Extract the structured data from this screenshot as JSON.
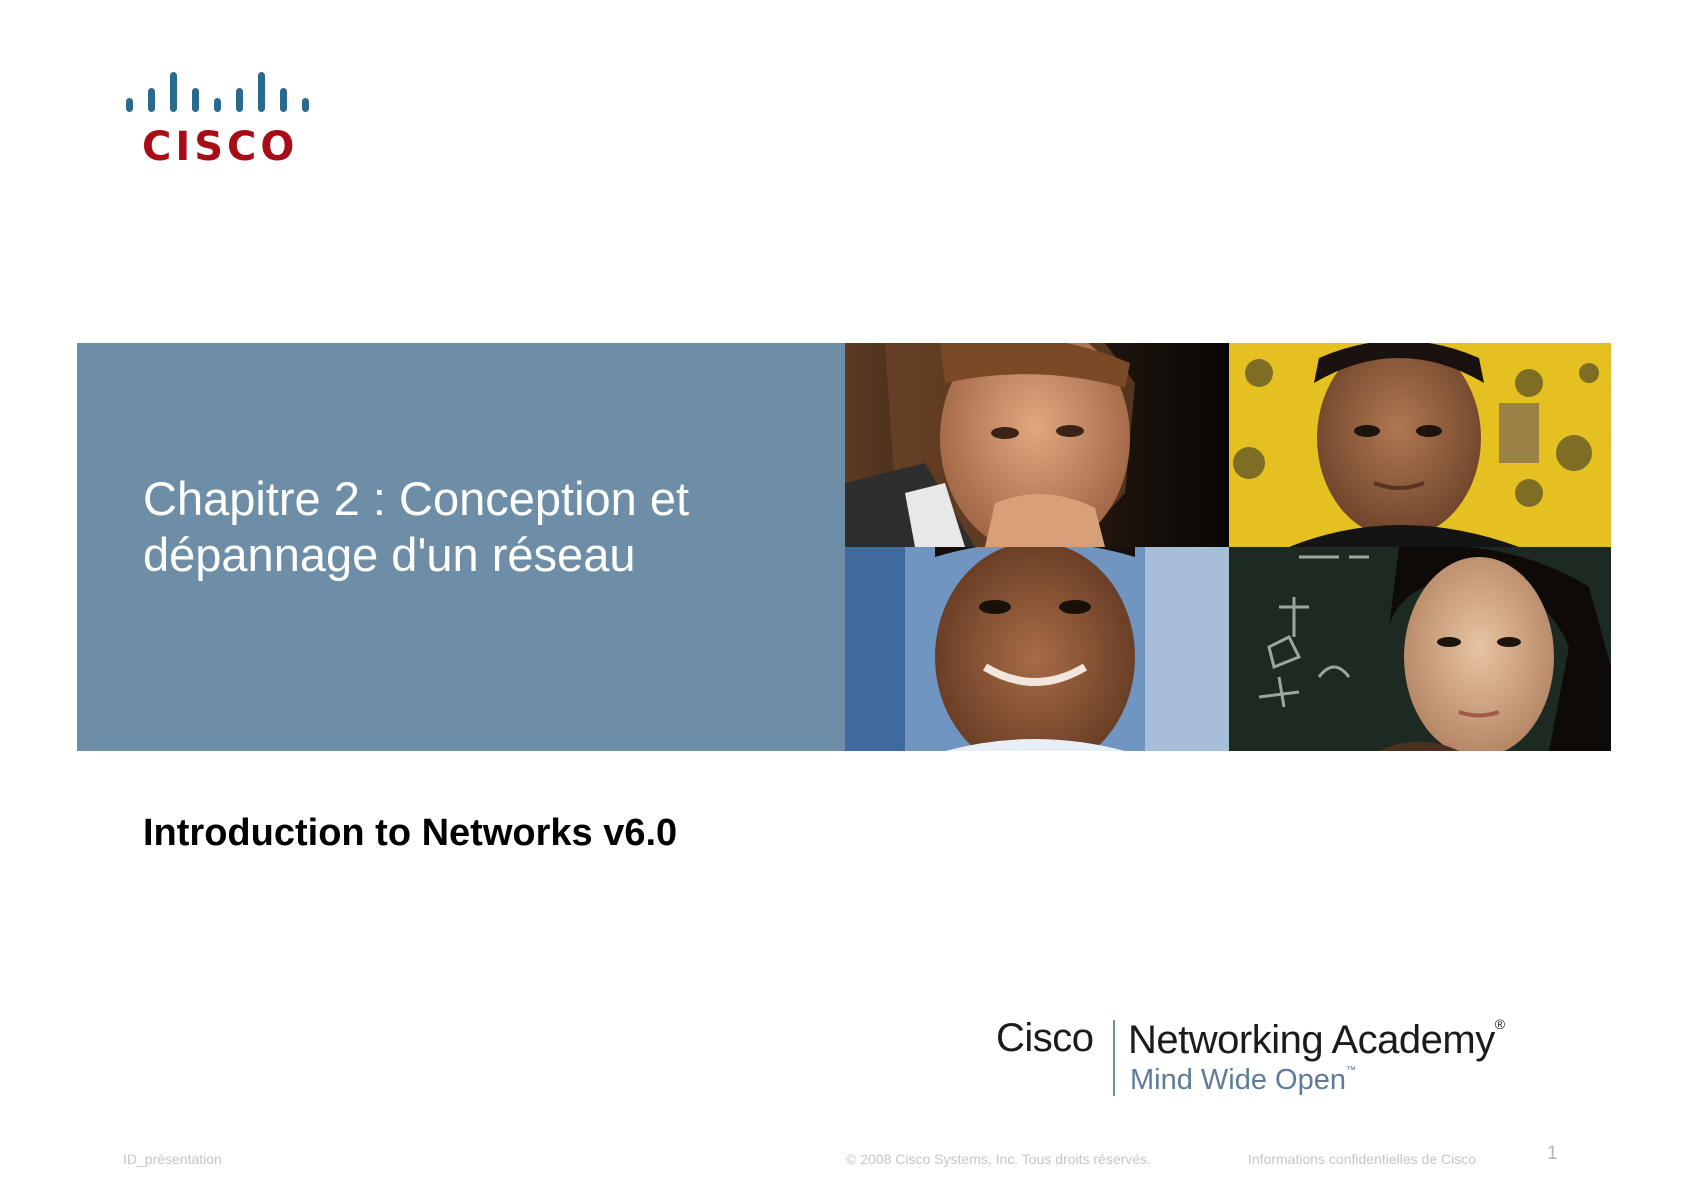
{
  "logo": {
    "wordmark": "CISCO",
    "colors": {
      "bars": "#2a6a8f",
      "text": "#a80d17"
    }
  },
  "banner": {
    "title_line1": "Chapitre 2 : Conception et",
    "title_line2": "dépannage d'un réseau",
    "background_color": "#6e8ea7",
    "photos": [
      "man-thinking-photo",
      "young-man-photo",
      "smiling-man-photo",
      "young-woman-photo"
    ]
  },
  "subtitle": "Introduction to Networks v6.0",
  "academy": {
    "cisco": "Cisco",
    "name": "Networking Academy",
    "registered": "®",
    "tagline": "Mind Wide Open",
    "trademark": "™"
  },
  "footer": {
    "left": "ID_présentation",
    "copyright": "© 2008 Cisco Systems, Inc. Tous droits réservés.",
    "confidential": "Informations confidentielles de Cisco",
    "page": "1"
  }
}
